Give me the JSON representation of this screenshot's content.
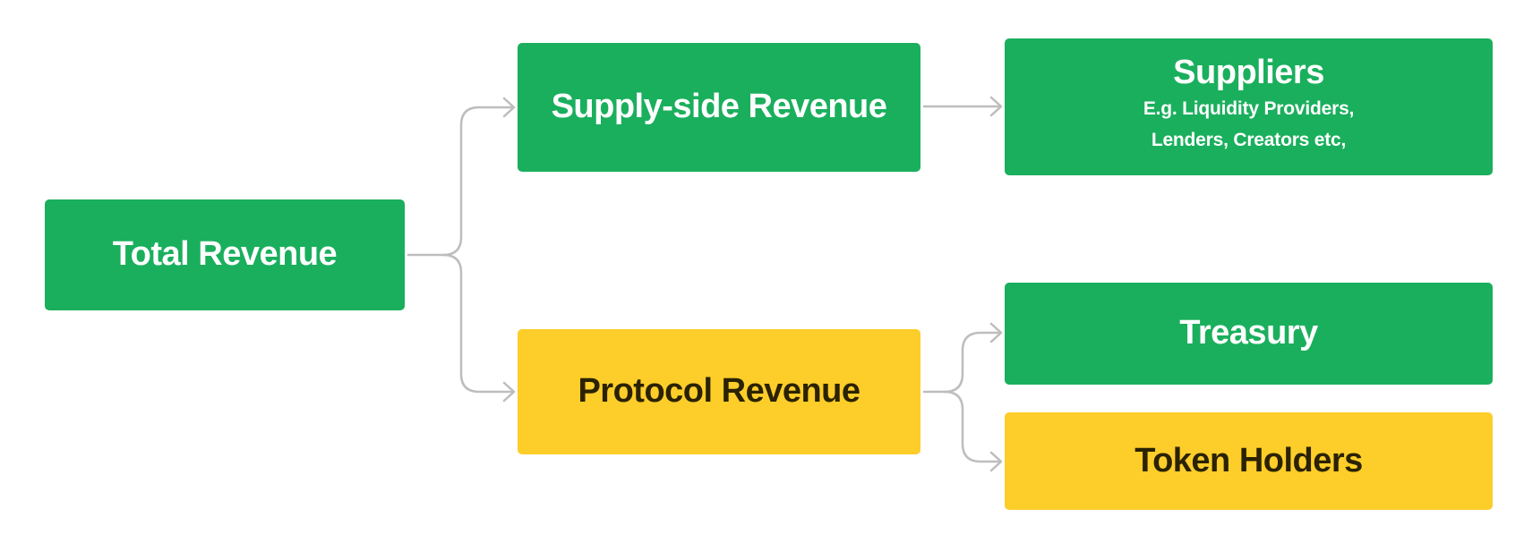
{
  "colors": {
    "green": "#1aaf5d",
    "yellow": "#fdcd2a",
    "connector": "#bdbdbd"
  },
  "nodes": {
    "total_revenue": {
      "label": "Total Revenue"
    },
    "supply_side_revenue": {
      "label": "Supply-side Revenue"
    },
    "protocol_revenue": {
      "label": "Protocol Revenue"
    },
    "suppliers": {
      "label": "Suppliers",
      "description_line1": "E.g. Liquidity Providers,",
      "description_line2": "Lenders, Creators etc,"
    },
    "treasury": {
      "label": "Treasury"
    },
    "token_holders": {
      "label": "Token Holders"
    }
  }
}
